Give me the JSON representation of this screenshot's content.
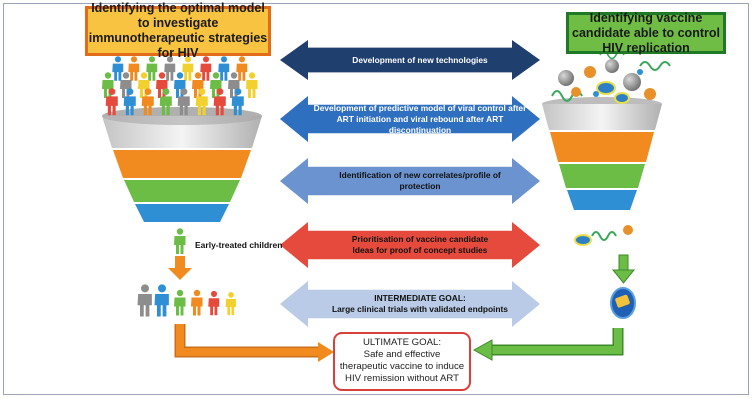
{
  "titles": {
    "left": "Identifying the optimal model to investigate immunotherapeutic strategies  for HIV",
    "right": "Identifying vaccine candidate able to control HIV replication"
  },
  "arrows": [
    {
      "lines": [
        "Development of new technologies"
      ],
      "color": "#1f3f6e",
      "text_color": "#ffffff"
    },
    {
      "lines": [
        "Development of predictive model of viral control after",
        "ART initiation and viral rebound after ART discontinuation"
      ],
      "color": "#2e6fc0",
      "text_color": "#ffffff"
    },
    {
      "lines": [
        "Identification of new correlates/profile of",
        "protection"
      ],
      "color": "#6b93cf",
      "text_color": "#111111"
    },
    {
      "lines": [
        "Prioritisation of vaccine candidate",
        "Ideas for proof of concept studies"
      ],
      "color": "#e64a3c",
      "text_color": "#111111"
    },
    {
      "lines": [
        "INTERMEDIATE GOAL:",
        "Large clinical trials with validated endpoints"
      ],
      "color": "#b9cbe6",
      "text_color": "#111111"
    }
  ],
  "early_label": "Early-treated children",
  "goal": {
    "lines": [
      "ULTIMATE GOAL:",
      "Safe and effective",
      "therapeutic vaccine to induce",
      "HIV remission without ART"
    ]
  },
  "colors": {
    "orange": "#f18a1f",
    "green": "#6bbd45",
    "blue": "#2f8fd4",
    "grey": "#8d8d8d",
    "yellow": "#f2d12e",
    "red": "#e64a3c",
    "goal_border": "#d9403a"
  },
  "icons": {
    "people_crowd": "people-crowd-icon",
    "left_funnel": "funnel-icon",
    "right_funnel": "funnel-icon",
    "virus_cluster": "virus-cluster-icon",
    "vaccine": "vaccine-icon",
    "child": "child-icon",
    "small_group": "people-group-icon"
  }
}
